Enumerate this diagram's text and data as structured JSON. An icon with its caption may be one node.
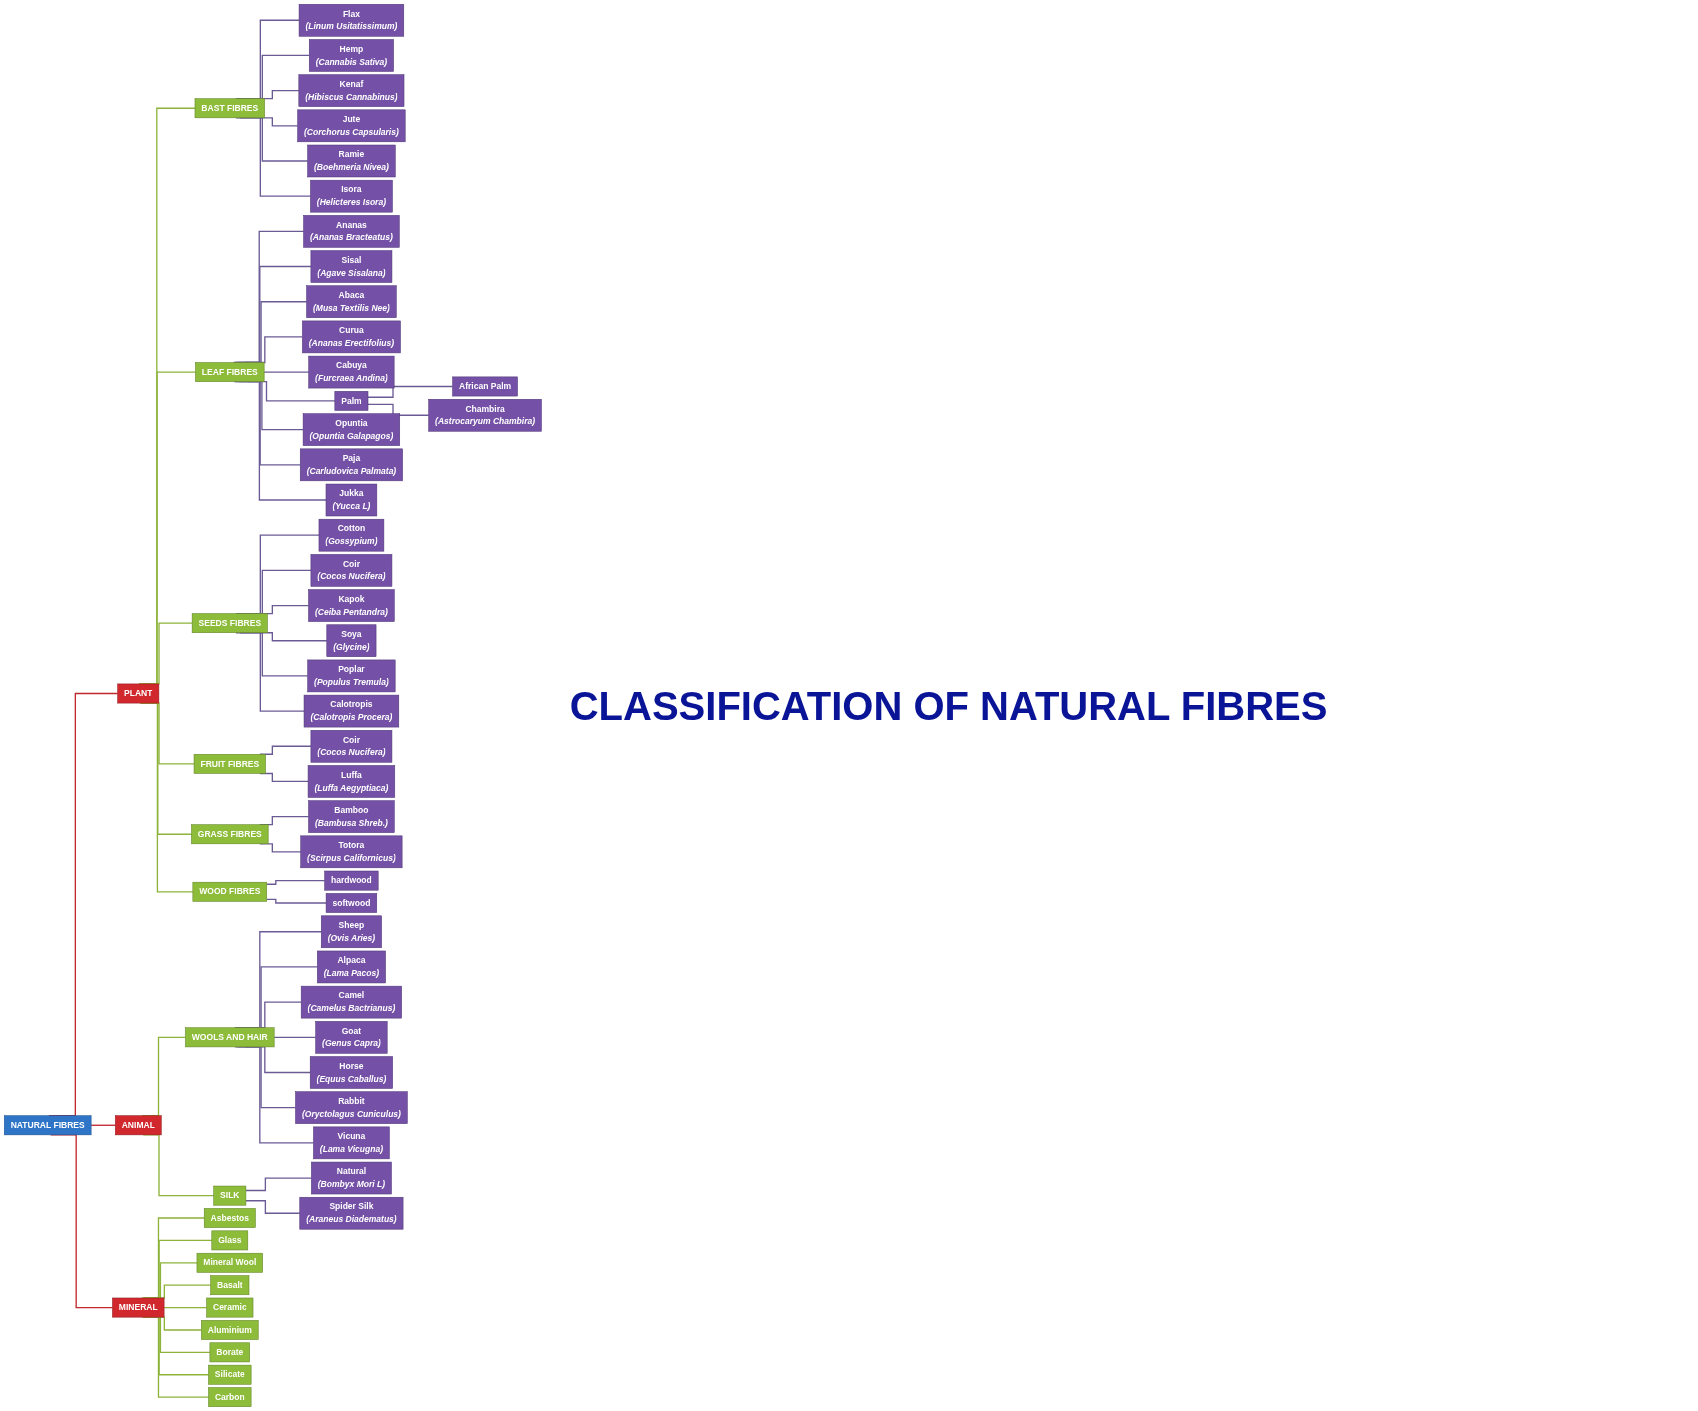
{
  "diagram": {
    "title": "CLASSIFICATION OF NATURAL FIBRES",
    "nodes": [
      {
        "text": [
          "NATURAL FIBRES"
        ]
      },
      {
        "text": [
          "PLANT"
        ]
      },
      {
        "text": [
          "ANIMAL"
        ]
      },
      {
        "text": [
          "MINERAL"
        ]
      },
      {
        "text": [
          "BAST FIBRES"
        ]
      },
      {
        "text": [
          "LEAF FIBRES"
        ]
      },
      {
        "text": [
          "SEEDS FIBRES"
        ]
      },
      {
        "text": [
          "FRUIT FIBRES"
        ]
      },
      {
        "text": [
          "GRASS FIBRES"
        ]
      },
      {
        "text": [
          "WOOD FIBRES"
        ]
      },
      {
        "text": [
          "WOOLS AND HAIR"
        ]
      },
      {
        "text": [
          "SILK"
        ]
      },
      {
        "text": [
          "Asbestos"
        ]
      },
      {
        "text": [
          "Glass"
        ]
      },
      {
        "text": [
          "Mineral Wool"
        ]
      },
      {
        "text": [
          "Basalt"
        ]
      },
      {
        "text": [
          "Ceramic"
        ]
      },
      {
        "text": [
          "Aluminium"
        ]
      },
      {
        "text": [
          "Borate"
        ]
      },
      {
        "text": [
          "Silicate"
        ]
      },
      {
        "text": [
          "Carbon"
        ]
      },
      {
        "text": [
          "Flax",
          "(Linum Usitatissimum)"
        ]
      },
      {
        "text": [
          "Hemp",
          "(Cannabis Sativa)"
        ]
      },
      {
        "text": [
          "Kenaf",
          "(Hibiscus Cannabinus)"
        ]
      },
      {
        "text": [
          "Jute",
          "(Corchorus Capsularis)"
        ]
      },
      {
        "text": [
          "Ramie",
          "(Boehmeria Nivea)"
        ]
      },
      {
        "text": [
          "Isora",
          "(Helicteres Isora)"
        ]
      },
      {
        "text": [
          "Ananas",
          "(Ananas Bracteatus)"
        ]
      },
      {
        "text": [
          "Sisal",
          "(Agave Sisalana)"
        ]
      },
      {
        "text": [
          "Abaca",
          "(Musa Textilis Nee)"
        ]
      },
      {
        "text": [
          "Curua",
          "(Ananas Erectifolius)"
        ]
      },
      {
        "text": [
          "Cabuya",
          "(Furcraea Andina)"
        ]
      },
      {
        "text": [
          "Palm"
        ]
      },
      {
        "text": [
          "African Palm"
        ]
      },
      {
        "text": [
          "Chambira",
          "(Astrocaryum Chambira)"
        ]
      },
      {
        "text": [
          "Opuntia",
          "(Opuntia Galapagos)"
        ]
      },
      {
        "text": [
          "Paja",
          "(Carludovica Palmata)"
        ]
      },
      {
        "text": [
          "Jukka",
          "(Yucca L)"
        ]
      },
      {
        "text": [
          "Cotton",
          "(Gossypium)"
        ]
      },
      {
        "text": [
          "Coir",
          "(Cocos Nucifera)"
        ]
      },
      {
        "text": [
          "Kapok",
          "(Ceiba Pentandra)"
        ]
      },
      {
        "text": [
          "Soya",
          "(Glycine)"
        ]
      },
      {
        "text": [
          "Poplar",
          "(Populus Tremula)"
        ]
      },
      {
        "text": [
          "Calotropis",
          "(Calotropis Procera)"
        ]
      },
      {
        "text": [
          "Coir",
          "(Cocos Nucifera)"
        ]
      },
      {
        "text": [
          "Luffa",
          "(Luffa Aegyptiaca)"
        ]
      },
      {
        "text": [
          "Bamboo",
          "(Bambusa Shreb.)"
        ]
      },
      {
        "text": [
          "Totora",
          "(Scirpus Californicus)"
        ]
      },
      {
        "text": [
          "hardwood"
        ]
      },
      {
        "text": [
          "softwood"
        ]
      },
      {
        "text": [
          "Sheep",
          "(Ovis Aries)"
        ]
      },
      {
        "text": [
          "Alpaca",
          "(Lama Pacos)"
        ]
      },
      {
        "text": [
          "Camel",
          "(Camelus Bactrianus)"
        ]
      },
      {
        "text": [
          "Goat",
          "(Genus Capra)"
        ]
      },
      {
        "text": [
          "Horse",
          "(Equus Caballus)"
        ]
      },
      {
        "text": [
          "Rabbit",
          "(Oryctolagus Cuniculus)"
        ]
      },
      {
        "text": [
          "Vicuna",
          "(Lama Vicugna)"
        ]
      },
      {
        "text": [
          "Natural",
          "(Bombyx Mori L)"
        ]
      },
      {
        "text": [
          "Spider Silk",
          "(Araneus Diadematus)"
        ]
      }
    ],
    "edges": [
      {
        "from": 0,
        "to": 1,
        "arrow": "none",
        "color": "#c0282d"
      },
      {
        "from": 0,
        "to": 2,
        "arrow": "none",
        "color": "#c0282d"
      },
      {
        "from": 0,
        "to": 3,
        "arrow": "none",
        "color": "#c0282d"
      },
      {
        "from": 1,
        "to": 4,
        "arrow": "none",
        "color": "#8db33a"
      },
      {
        "from": 1,
        "to": 5,
        "arrow": "none",
        "color": "#8db33a"
      },
      {
        "from": 1,
        "to": 6,
        "arrow": "none",
        "color": "#8db33a"
      },
      {
        "from": 1,
        "to": 7,
        "arrow": "none",
        "color": "#8db33a"
      },
      {
        "from": 1,
        "to": 8,
        "arrow": "none",
        "color": "#8db33a"
      },
      {
        "from": 1,
        "to": 9,
        "arrow": "none",
        "color": "#8db33a"
      },
      {
        "from": 2,
        "to": 10,
        "arrow": "none",
        "color": "#8db33a"
      },
      {
        "from": 2,
        "to": 11,
        "arrow": "none",
        "color": "#8db33a"
      },
      {
        "from": 3,
        "to": 12,
        "arrow": "none",
        "color": "#8db33a"
      },
      {
        "from": 3,
        "to": 13,
        "arrow": "none",
        "color": "#8db33a"
      },
      {
        "from": 3,
        "to": 14,
        "arrow": "none",
        "color": "#8db33a"
      },
      {
        "from": 3,
        "to": 15,
        "arrow": "none",
        "color": "#8db33a"
      },
      {
        "from": 3,
        "to": 16,
        "arrow": "none",
        "color": "#8db33a"
      },
      {
        "from": 3,
        "to": 17,
        "arrow": "none",
        "color": "#8db33a"
      },
      {
        "from": 3,
        "to": 18,
        "arrow": "none",
        "color": "#8db33a"
      },
      {
        "from": 3,
        "to": 19,
        "arrow": "none",
        "color": "#8db33a"
      },
      {
        "from": 3,
        "to": 20,
        "arrow": "none",
        "color": "#8db33a"
      },
      {
        "from": 4,
        "to": 21,
        "arrow": "none"
      },
      {
        "from": 4,
        "to": 22,
        "arrow": "none"
      },
      {
        "from": 4,
        "to": 23,
        "arrow": "none"
      },
      {
        "from": 4,
        "to": 24,
        "arrow": "none"
      },
      {
        "from": 4,
        "to": 25,
        "arrow": "none"
      },
      {
        "from": 4,
        "to": 26,
        "arrow": "none"
      },
      {
        "from": 5,
        "to": 27,
        "arrow": "none"
      },
      {
        "from": 5,
        "to": 28,
        "arrow": "none"
      },
      {
        "from": 5,
        "to": 29,
        "arrow": "none"
      },
      {
        "from": 5,
        "to": 30,
        "arrow": "none"
      },
      {
        "from": 5,
        "to": 31,
        "arrow": "none"
      },
      {
        "from": 5,
        "to": 32,
        "arrow": "none"
      },
      {
        "from": 32,
        "to": 33,
        "arrow": "none"
      },
      {
        "from": 32,
        "to": 34,
        "arrow": "none"
      },
      {
        "from": 5,
        "to": 35,
        "arrow": "none"
      },
      {
        "from": 5,
        "to": 36,
        "arrow": "none"
      },
      {
        "from": 5,
        "to": 37,
        "arrow": "none"
      },
      {
        "from": 6,
        "to": 38,
        "arrow": "none"
      },
      {
        "from": 6,
        "to": 39,
        "arrow": "none"
      },
      {
        "from": 6,
        "to": 40,
        "arrow": "none"
      },
      {
        "from": 6,
        "to": 41,
        "arrow": "none"
      },
      {
        "from": 6,
        "to": 42,
        "arrow": "none"
      },
      {
        "from": 6,
        "to": 43,
        "arrow": "none"
      },
      {
        "from": 7,
        "to": 44,
        "arrow": "none"
      },
      {
        "from": 7,
        "to": 45,
        "arrow": "none"
      },
      {
        "from": 8,
        "to": 46,
        "arrow": "none"
      },
      {
        "from": 8,
        "to": 47,
        "arrow": "none"
      },
      {
        "from": 9,
        "to": 48,
        "arrow": "none"
      },
      {
        "from": 9,
        "to": 49,
        "arrow": "none"
      },
      {
        "from": 10,
        "to": 50,
        "arrow": "none"
      },
      {
        "from": 10,
        "to": 51,
        "arrow": "none"
      },
      {
        "from": 10,
        "to": 52,
        "arrow": "none"
      },
      {
        "from": 10,
        "to": 53,
        "arrow": "none"
      },
      {
        "from": 10,
        "to": 54,
        "arrow": "none"
      },
      {
        "from": 10,
        "to": 55,
        "arrow": "none"
      },
      {
        "from": 10,
        "to": 56,
        "arrow": "none"
      },
      {
        "from": 11,
        "to": 57,
        "arrow": "none"
      },
      {
        "from": 11,
        "to": 58,
        "arrow": "none"
      }
    ]
  }
}
